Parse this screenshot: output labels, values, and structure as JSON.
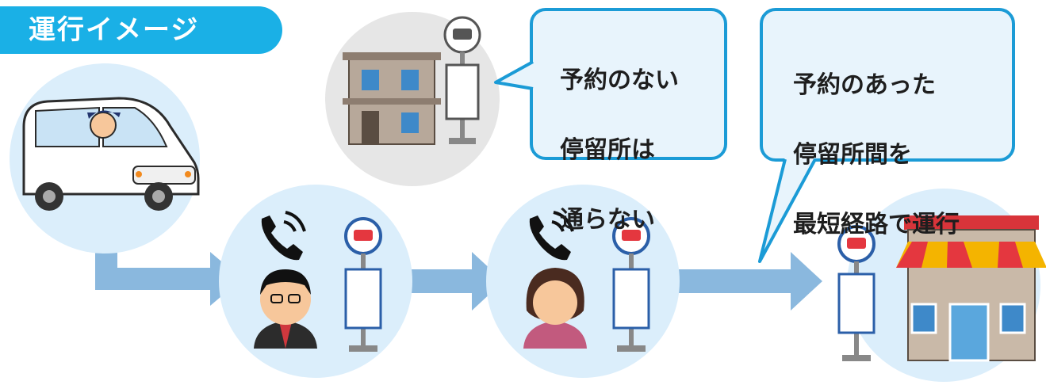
{
  "title": "運行イメージ",
  "bubble_skip": {
    "lines": [
      "予約のない",
      "停留所は",
      "通らない"
    ]
  },
  "bubble_route": {
    "lines": [
      "予約のあった",
      "停留所間を",
      "最短経路で運行"
    ]
  },
  "colors": {
    "title_bg": "#1ab0e6",
    "circle_bg": "#dbeefb",
    "skipped_circle_bg": "#e6e6e6",
    "bubble_border": "#1b9bd6",
    "bubble_fill": "#e8f4fc",
    "arrow": "#8ab8de",
    "bus_sign": "#e4373f"
  },
  "icons": [
    "van-with-driver-icon",
    "building-icon",
    "bus-stop-sign-icon",
    "phone-icon",
    "man-icon",
    "woman-icon",
    "shop-icon"
  ]
}
